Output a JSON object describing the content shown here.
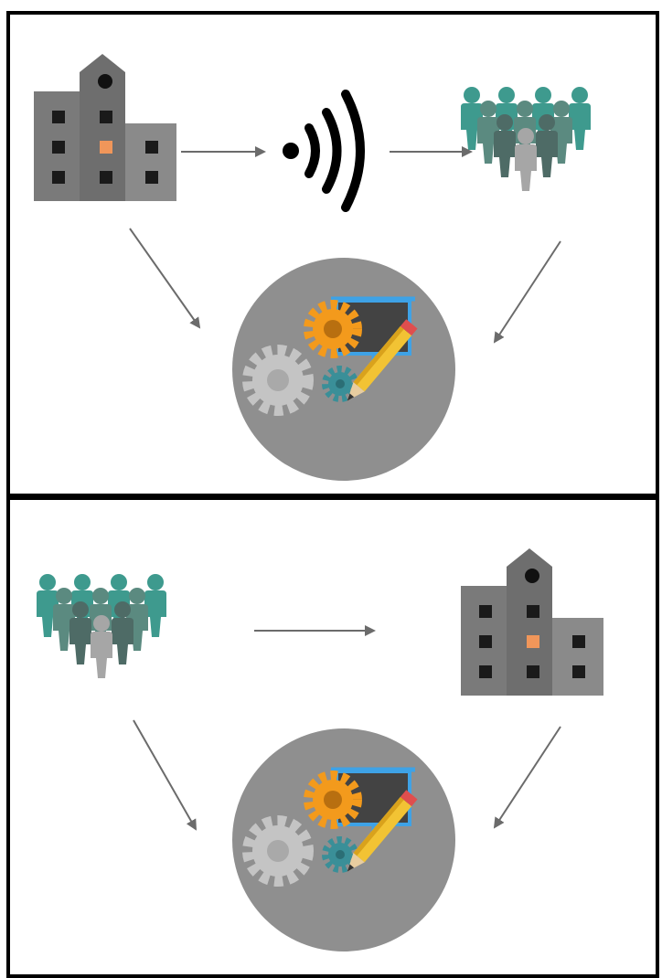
{
  "diagram": {
    "panels": [
      {
        "id": "top",
        "nodes": [
          "building",
          "wireless-signal",
          "people-group",
          "design-tools-circle"
        ],
        "edges": [
          [
            "building",
            "wireless-signal"
          ],
          [
            "wireless-signal",
            "people-group"
          ],
          [
            "building",
            "design-tools-circle"
          ],
          [
            "people-group",
            "design-tools-circle"
          ]
        ]
      },
      {
        "id": "bottom",
        "nodes": [
          "people-group",
          "building",
          "design-tools-circle"
        ],
        "edges": [
          [
            "people-group",
            "building"
          ],
          [
            "people-group",
            "design-tools-circle"
          ],
          [
            "building",
            "design-tools-circle"
          ]
        ]
      }
    ]
  },
  "colors": {
    "border": "#000000",
    "building_dark": "#6f6f6f",
    "building_mid": "#808080",
    "building_light": "#8c8c8c",
    "window": "#1a1a1a",
    "window_accent": "#f0965a",
    "teal": "#3e9a8e",
    "teal_dark": "#4e6b66",
    "person_grey": "#a6a6a6",
    "circle_bg": "#8f8f8f",
    "arrow": "#6b6b6b",
    "gear_orange": "#f39a1c",
    "gear_grey": "#c4c4c4",
    "gear_teal": "#3a8f98",
    "board_frame": "#3ea2e6",
    "board_fill": "#434343",
    "pencil_body": "#f2c334",
    "pencil_tip": "#e8cda0",
    "eraser": "#e04e4e"
  },
  "icons": [
    "building-icon",
    "wireless-signal-icon",
    "people-group-icon",
    "design-tools-icon",
    "gear-icon",
    "presentation-board-icon",
    "pencil-icon",
    "arrow-icon"
  ]
}
